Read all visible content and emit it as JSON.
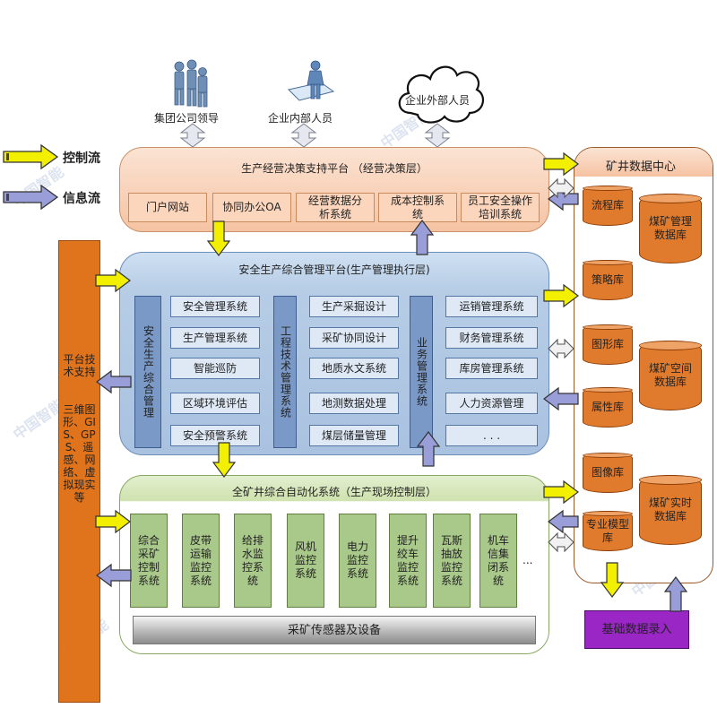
{
  "legend": {
    "control": "控制流",
    "info": "信息流"
  },
  "actors": {
    "group_leader": "集团公司领导",
    "internal": "企业内部人员",
    "external": "企业外部人员"
  },
  "decision_layer": {
    "title": "生产经营决策支持平台  （经营决策层）",
    "items": [
      "门户网站",
      "协同办公OA",
      "经营数据分析系统",
      "成本控制系统",
      "员工安全操作培训系统"
    ]
  },
  "management_layer": {
    "title": "安全生产综合管理平台(生产管理执行层)",
    "groups": [
      {
        "title": "安全生产综合管理",
        "items": [
          "安全管理系统",
          "生产管理系统",
          "智能巡防",
          "区域环境评估",
          "安全预警系统"
        ]
      },
      {
        "title": "工程技术管理系统",
        "items": [
          "生产采掘设计",
          "采矿协同设计",
          "地质水文系统",
          "地测数据处理",
          "煤层储量管理"
        ]
      },
      {
        "title": "业务管理系统",
        "items": [
          "运销管理系统",
          "财务管理系统",
          "库房管理系统",
          "人力资源管理",
          ". . ."
        ]
      }
    ]
  },
  "automation_layer": {
    "title": "全矿井综合自动化系统（生产现场控制层）",
    "items": [
      "综合采矿控制系统",
      "皮带运输监控系统",
      "给排水监控系统",
      "风机监控系统",
      "电力监控系统",
      "提升绞车监控系统",
      "瓦斯抽放监控系统",
      "机车信集闭系统"
    ],
    "ellipsis": "...",
    "sensors": "采矿传感器及设备"
  },
  "platform_support": {
    "title": "平台技术支持",
    "body": "三维图形、GIS、GPS、遥感、网络、虚拟现实等"
  },
  "data_center": {
    "title": "矿井数据中心",
    "small_dbs": [
      "流程库",
      "策略库",
      "图形库",
      "属性库",
      "图像库",
      "专业模型库"
    ],
    "large_dbs": [
      "煤矿管理数据库",
      "煤矿空间数据库",
      "煤矿实时数据库"
    ]
  },
  "base_input": "基础数据录入",
  "watermark": "中国智能",
  "colors": {
    "control_arrow": "#f2f000",
    "info_arrow": "#9a9ed8",
    "support_bar": "#e0741c",
    "base_input": "#9b26c6"
  }
}
